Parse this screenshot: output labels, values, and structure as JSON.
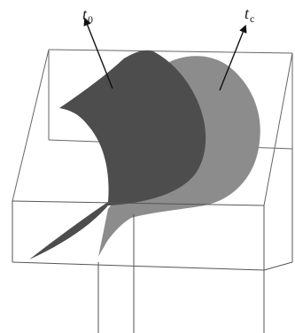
{
  "labels": {
    "t0": {
      "main": "t",
      "sub": "0"
    },
    "tc": {
      "main": "t",
      "sub": "c"
    }
  },
  "colors": {
    "surface_t0": "#4d4d4d",
    "surface_tc": "#8c8c8c",
    "box_edge": "#555555",
    "arrow": "#111111"
  }
}
